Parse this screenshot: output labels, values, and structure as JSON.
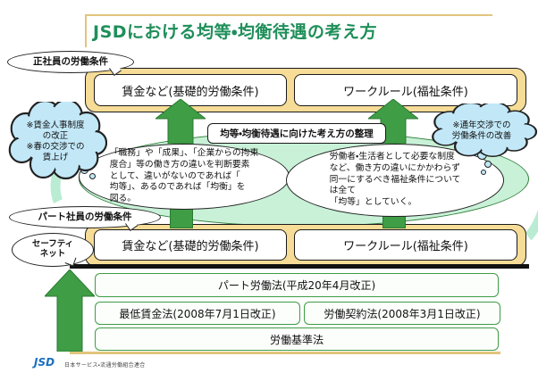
{
  "title": "JSDにおける均等・均衡待遇の考え方",
  "callouts": {
    "regular": "正社員の労働条件",
    "part_time": "パート社員の労働条件",
    "safety_net": "セーフティ\nネット"
  },
  "clouds": {
    "left": "※賃金人事制度\nの改正\n※春の交渉での\n賃上げ",
    "right": "※通年交渉での\n労働条件の改善"
  },
  "top_boxes": {
    "wage": "賃金など(基礎的労働条件)",
    "work_rule": "ワークルール(福祉条件)"
  },
  "bottom_boxes": {
    "wage": "賃金など(基礎的労働条件)",
    "work_rule": "ワークルール(福祉条件)"
  },
  "center": {
    "heading": "均等・均衡待遇に向けた考え方の整理",
    "left_bubble": "「職務」や「成果」、「企業からの拘束\n度合」等の働き方の違いを判断要素\nとして、違いがないのであれば「\n均等」、あるのであれば「均衡」を\n図る。",
    "right_bubble": "労働者・生活者として必要な制度\nなど、働き方の違いにかかわらず\n同一にするべき福祉条件について\nは全て\n「均等」としていく。"
  },
  "laws": {
    "part_time_law": "パート労働法(平成20年4月改正)",
    "min_wage_law": "最低賃金法(2008年7月1日改正)",
    "contract_law": "労働契約法(2008年3月1日改正)",
    "standards_law": "労働基準法"
  },
  "footer": {
    "logo": "JSD",
    "org": "日本サービス・流通労働組合連合"
  },
  "colors": {
    "title_green": "#1f8f5a",
    "gold": "#e2c47c",
    "container_yellow": "#f6dc96",
    "arrow_green": "#3f9d45",
    "ellipse_mint": "#c8f1d8",
    "cloud_blue": "#c2e8f8",
    "law_border_green": "#3e9c44",
    "logo_blue": "#1b6fbf"
  }
}
